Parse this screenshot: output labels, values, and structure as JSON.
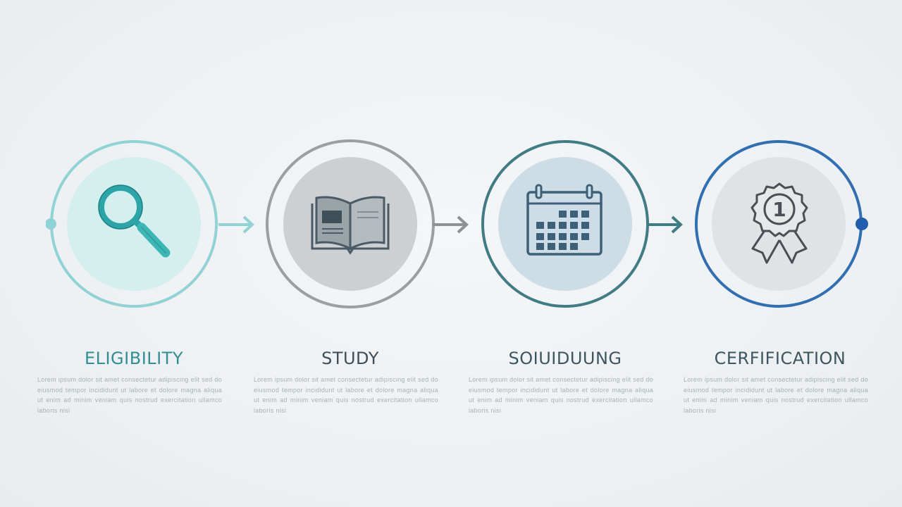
{
  "steps": [
    {
      "title": "ELIGIBILITY",
      "icon": "magnifier-icon",
      "ring_color": "#8fd3d4",
      "fill_color": "#d5eeee",
      "icon_color": "#2aa6a8",
      "title_color": "#2f8f92",
      "description": "Lorem ipsum dolor sit amet consectetur adipiscing elit sed do eiusmod tempor incididunt ut labore et dolore magna aliqua ut enim ad minim veniam quis nostrud exercitation ullamco laboris nisi"
    },
    {
      "title": "STUDY",
      "icon": "open-book-icon",
      "ring_color": "#9a9fa2",
      "fill_color": "#cdd0d2",
      "icon_color": "#4a5a66",
      "title_color": "#3f4f5a",
      "description": "Lorem ipsum dolor sit amet consectetur adipiscing elit sed do eiusmod tempor incididunt ut labore et dolore magna aliqua ut enim ad minim veniam quis nostrud exercitation ullamco laboris nisi"
    },
    {
      "title": "SOIUIDUUNG",
      "icon": "calendar-icon",
      "ring_color": "#3f7c84",
      "fill_color": "#cddde6",
      "icon_color": "#3d5f78",
      "title_color": "#3f5560",
      "description": "Lorem ipsum dolor sit amet consectetur adipiscing elit sed do eiusmod tempor incididunt ut labore et dolore magna aliqua ut enim ad minim veniam quis nostrud exercitation ullamco laboris nisi"
    },
    {
      "title": "CERFIFICATION",
      "icon": "award-ribbon-icon",
      "ring_color": "#2f6fb6",
      "fill_color": "#dfe3e5",
      "icon_color": "#4a4f55",
      "title_color": "#3f5560",
      "description": "Lorem ipsum dolor sit amet consectetur adipiscing elit sed do eiusmod tempor incididunt ut labore et dolore magna aliqua ut enim ad minim veniam quis nostrud exercitation ullamco laboris nisi"
    }
  ],
  "arrows": [
    {
      "color": "#8fd3d4"
    },
    {
      "color": "#8b9194"
    },
    {
      "color": "#3f7c84"
    }
  ],
  "badge_number": "1"
}
